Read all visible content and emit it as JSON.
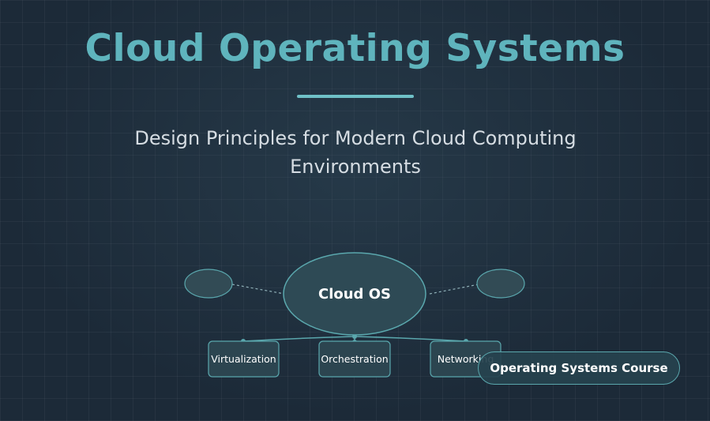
{
  "slide": {
    "title": "Cloud Operating Systems",
    "subtitle": "Design Principles for Modern Cloud Computing Environments"
  },
  "diagram": {
    "center": "Cloud OS",
    "children": [
      "Virtualization",
      "Orchestration",
      "Networking"
    ]
  },
  "badge": {
    "label": "Operating Systems Course"
  },
  "colors": {
    "background": "#1c2a38",
    "accent": "#5fb4bd",
    "node_fill": "#2e4a55",
    "node_stroke": "#5aa7ad"
  }
}
